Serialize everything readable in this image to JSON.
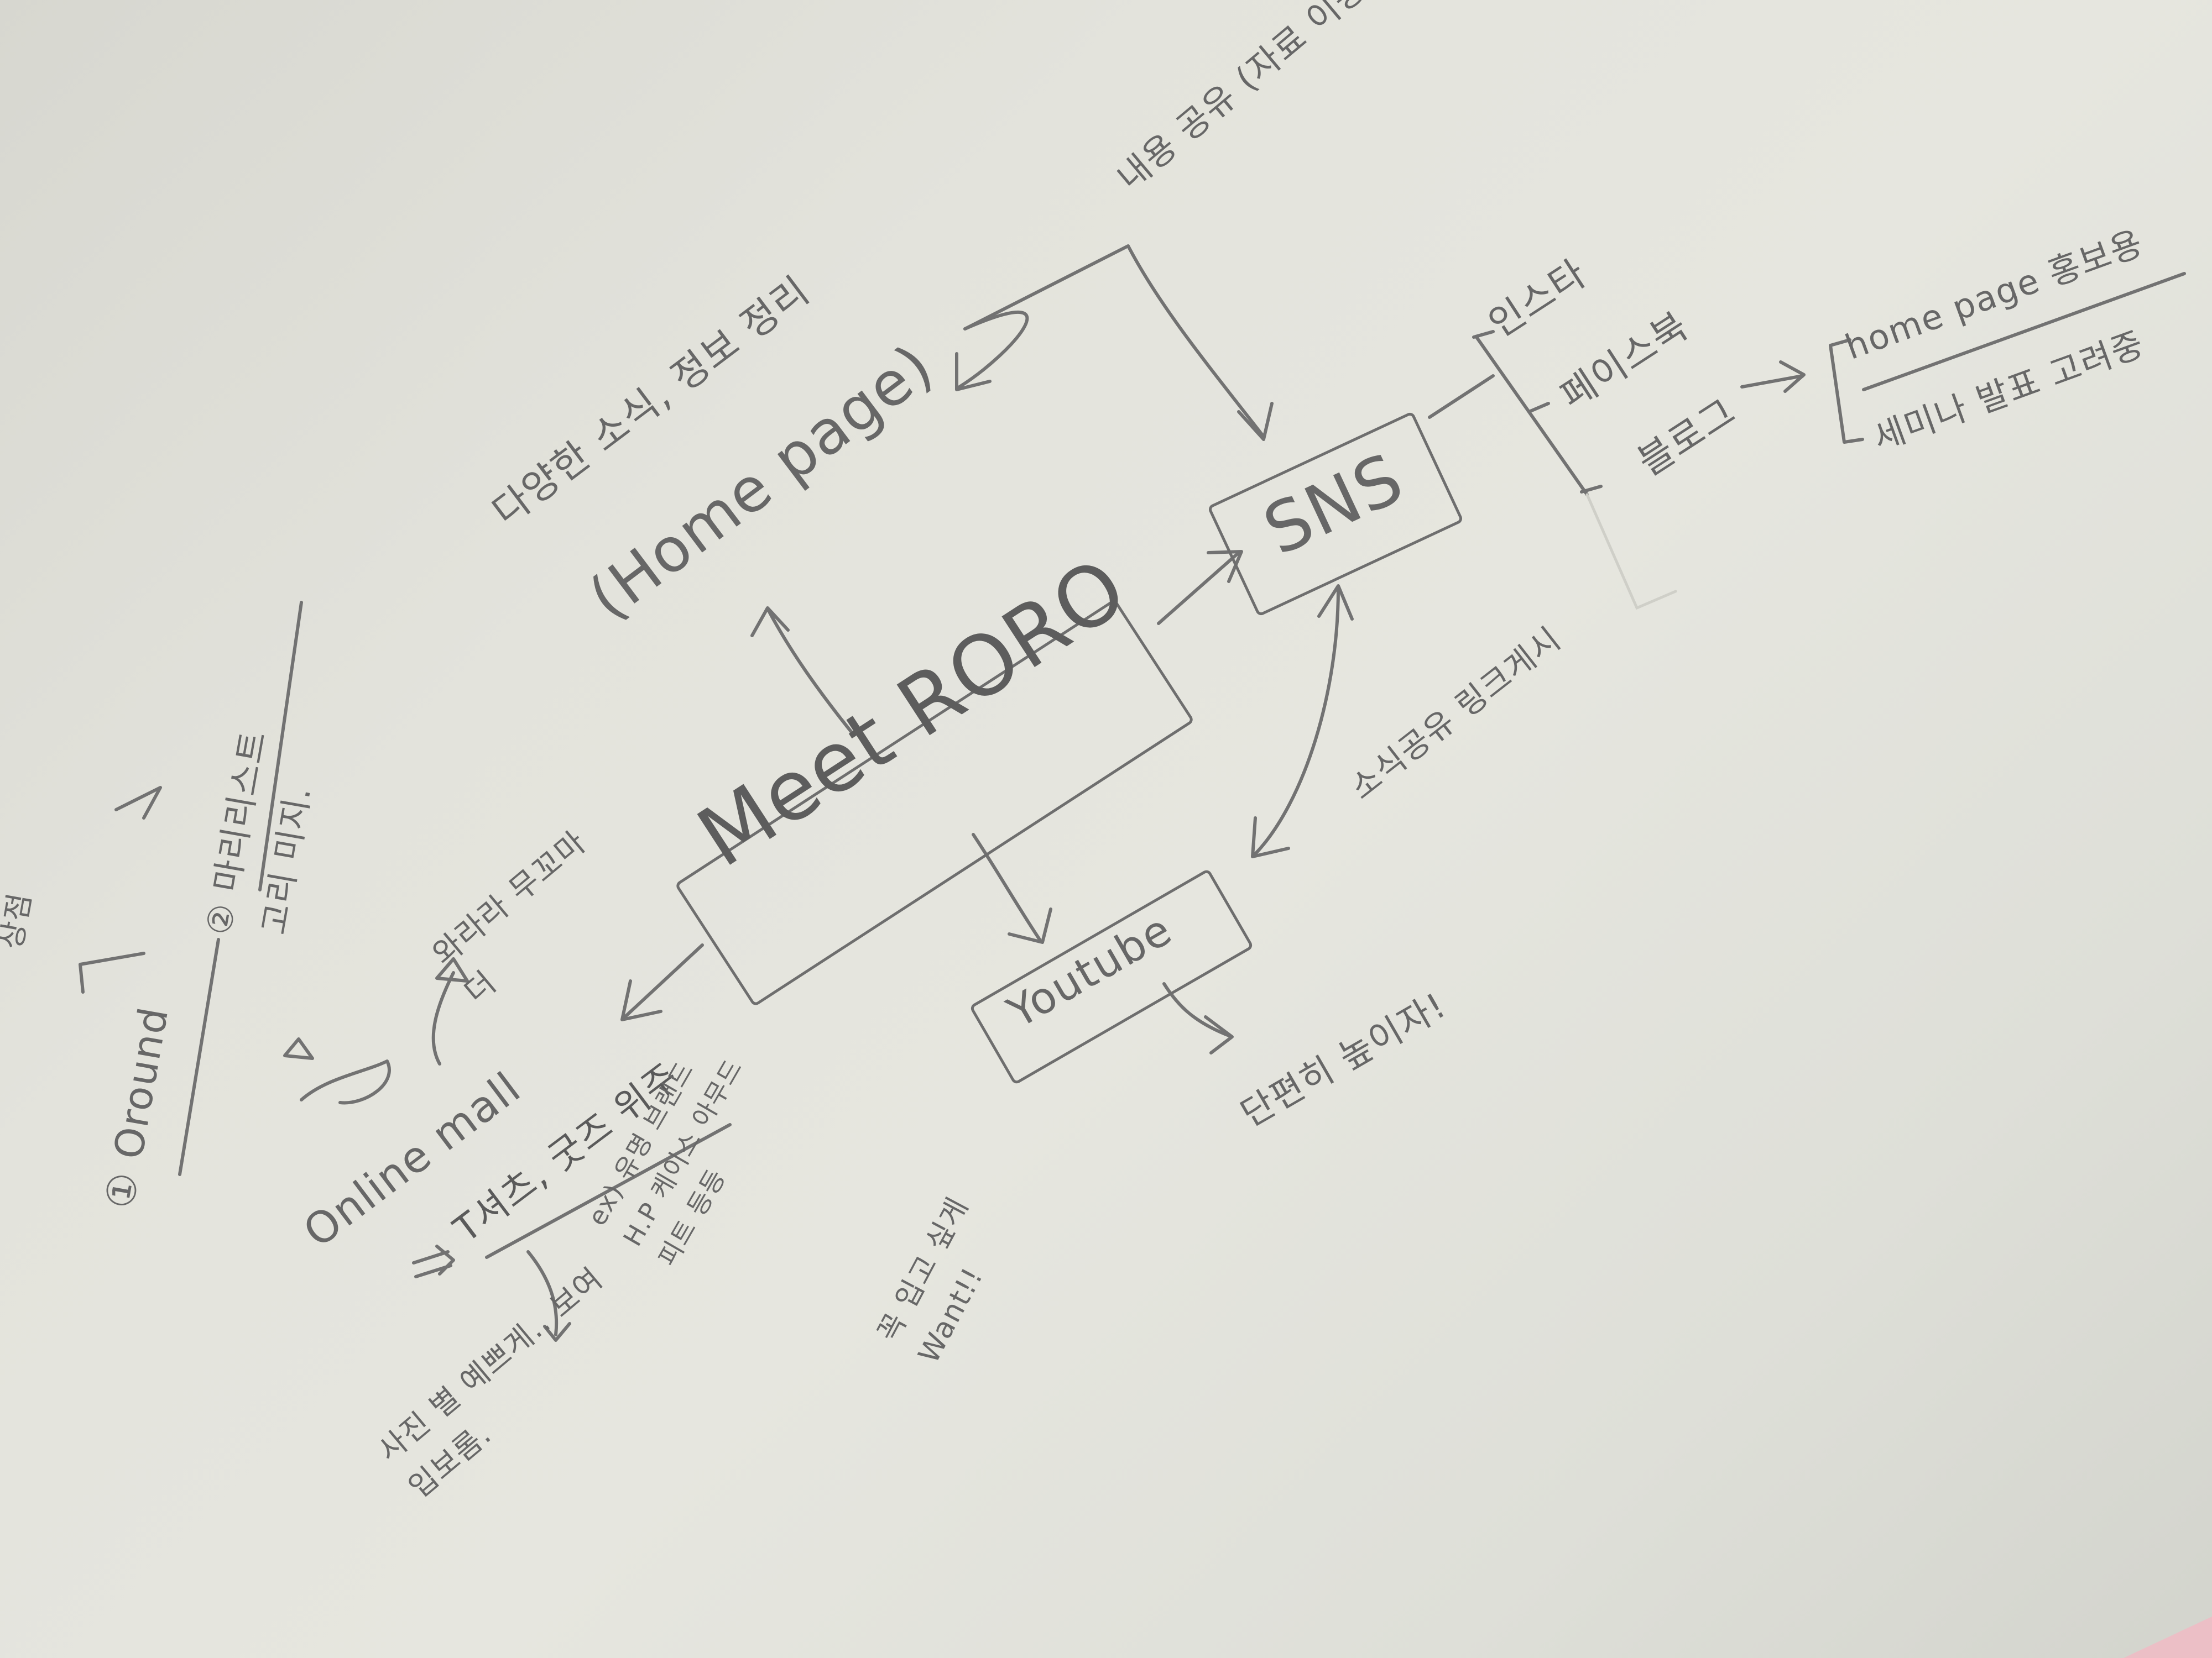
{
  "center": {
    "label": "Meet RORO"
  },
  "homepage": {
    "label": "(Home page)",
    "desc": "다양한 소식, 정보 정리",
    "note": "내용 공유 (자료 이동)"
  },
  "sns": {
    "label": "SNS",
    "items": [
      "인스타",
      "페이스북",
      "블로그"
    ],
    "blog_notes": [
      "home page 홍보용",
      "세미나 발표 고려중"
    ],
    "link_note": "소식공유 링크게시"
  },
  "youtube": {
    "label": "Youtube",
    "note": "단편히 높이자!"
  },
  "online_mall": {
    "label": "Online mall",
    "main_item": "T셔츠, 굿즈 위주",
    "example": "ex) 유명 브랜드 H.P 케이스 아무드피트 등등",
    "want": "꼭 입고 싶게 Want!!",
    "sub_note": "사진 별 예쁘게.. 보여 입보롬.",
    "price_note": "와라라 무꼬마 더"
  },
  "offline": {
    "heading": "상점",
    "item1": "① Oround",
    "item2": "② 마리리스트",
    "note": "고리 미지."
  }
}
